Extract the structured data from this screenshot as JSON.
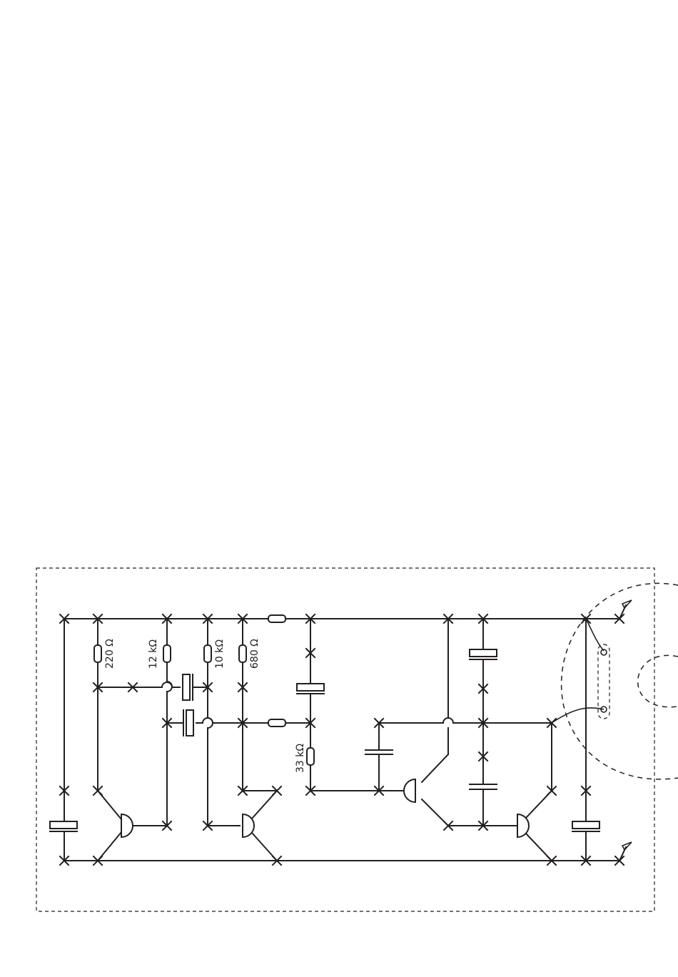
{
  "labels": {
    "r220": "220 Ω",
    "r12k": "12 kΩ",
    "r10k": "10 kΩ",
    "r680": "680 Ω",
    "r33k": "33 kΩ"
  },
  "colors": {
    "ink": "#231f20",
    "background": "#ffffff"
  }
}
